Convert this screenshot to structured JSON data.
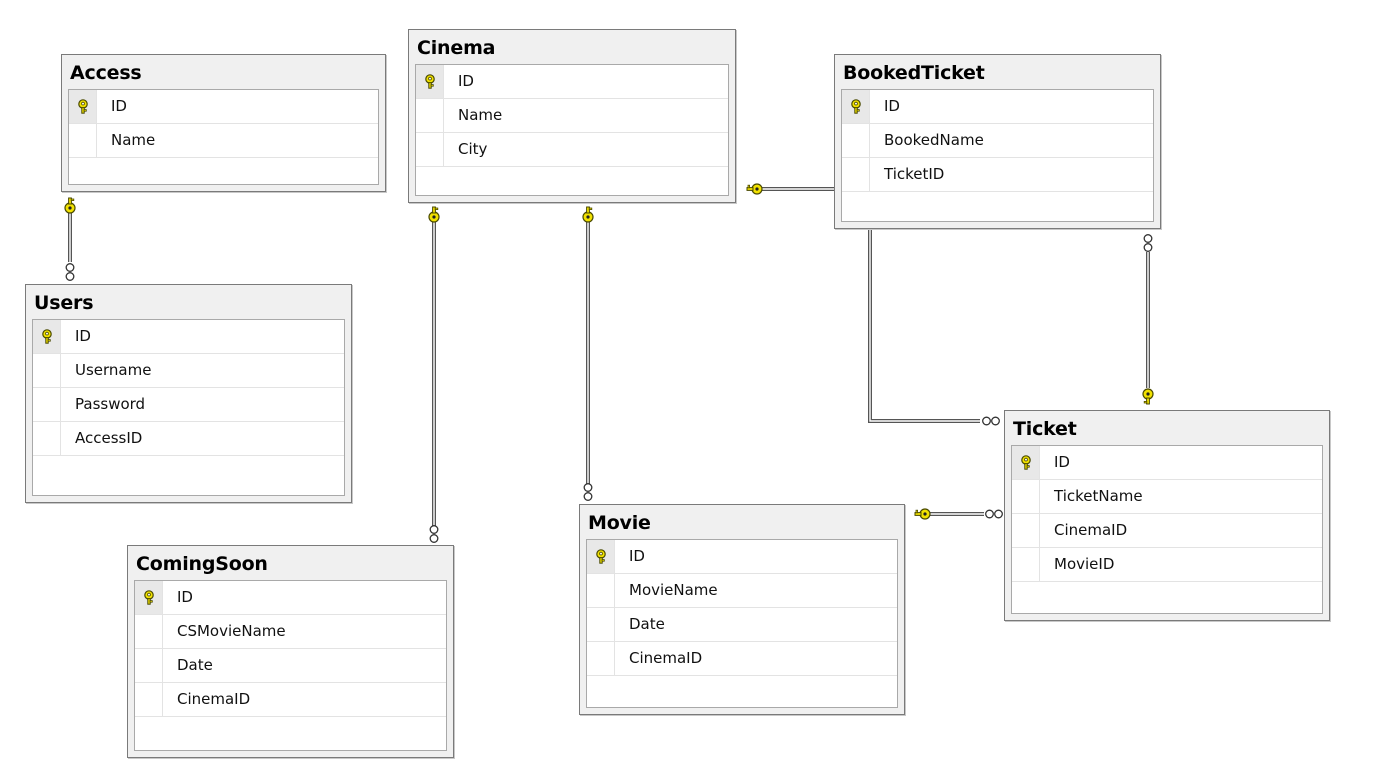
{
  "diagram": {
    "tables": [
      {
        "id": "access",
        "title": "Access",
        "columns": [
          {
            "name": "ID",
            "primary_key": true
          },
          {
            "name": "Name",
            "primary_key": false
          }
        ]
      },
      {
        "id": "cinema",
        "title": "Cinema",
        "columns": [
          {
            "name": "ID",
            "primary_key": true
          },
          {
            "name": "Name",
            "primary_key": false
          },
          {
            "name": "City",
            "primary_key": false
          }
        ]
      },
      {
        "id": "bookedticket",
        "title": "BookedTicket",
        "columns": [
          {
            "name": "ID",
            "primary_key": true
          },
          {
            "name": "BookedName",
            "primary_key": false
          },
          {
            "name": "TicketID",
            "primary_key": false
          }
        ]
      },
      {
        "id": "users",
        "title": "Users",
        "columns": [
          {
            "name": "ID",
            "primary_key": true
          },
          {
            "name": "Username",
            "primary_key": false
          },
          {
            "name": "Password",
            "primary_key": false
          },
          {
            "name": "AccessID",
            "primary_key": false
          }
        ]
      },
      {
        "id": "ticket",
        "title": "Ticket",
        "columns": [
          {
            "name": "ID",
            "primary_key": true
          },
          {
            "name": "TicketName",
            "primary_key": false
          },
          {
            "name": "CinemaID",
            "primary_key": false
          },
          {
            "name": "MovieID",
            "primary_key": false
          }
        ]
      },
      {
        "id": "comingsoon",
        "title": "ComingSoon",
        "columns": [
          {
            "name": "ID",
            "primary_key": true
          },
          {
            "name": "CSMovieName",
            "primary_key": false
          },
          {
            "name": "Date",
            "primary_key": false
          },
          {
            "name": "CinemaID",
            "primary_key": false
          }
        ]
      },
      {
        "id": "movie",
        "title": "Movie",
        "columns": [
          {
            "name": "ID",
            "primary_key": true
          },
          {
            "name": "MovieName",
            "primary_key": false
          },
          {
            "name": "Date",
            "primary_key": false
          },
          {
            "name": "CinemaID",
            "primary_key": false
          }
        ]
      }
    ],
    "relationships": [
      {
        "id": "access-users",
        "one": "Access",
        "many": "Users"
      },
      {
        "id": "cinema-comingsoon",
        "one": "Cinema",
        "many": "ComingSoon"
      },
      {
        "id": "cinema-movie",
        "one": "Cinema",
        "many": "Movie"
      },
      {
        "id": "cinema-bookedticket",
        "one": "Cinema",
        "many": "BookedTicket"
      },
      {
        "id": "bookedticket-ticket",
        "one": "BookedTicket",
        "many": "Ticket"
      },
      {
        "id": "ticket-bookedticket",
        "one": "Ticket",
        "many": "BookedTicket"
      },
      {
        "id": "movie-ticket",
        "one": "Movie",
        "many": "Ticket"
      }
    ],
    "colors": {
      "key_fill": "#f2e200",
      "key_stroke": "#4a4a00",
      "connector": "#555555",
      "header_bg": "#f0f0f0",
      "border": "#7a7a7a"
    },
    "icons": {
      "primary_key": "key-icon",
      "one_end": "key-icon",
      "many_end": "infinity-icon"
    }
  }
}
